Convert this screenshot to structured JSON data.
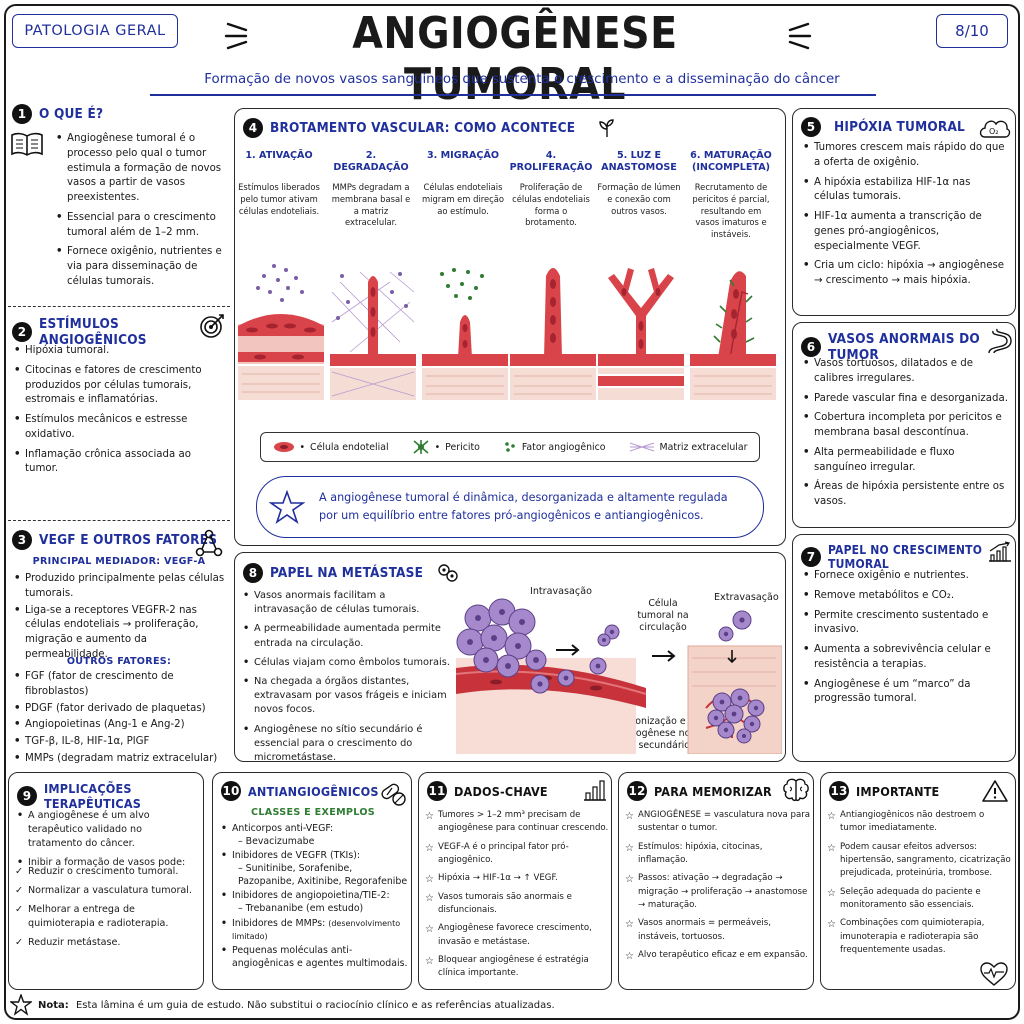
{
  "header": {
    "badge_left": "PATOLOGIA GERAL",
    "title": "ANGIOGÊNESE TUMORAL",
    "page": "8/10",
    "subtitle": "Formação de novos vasos sanguíneos que sustenta o crescimento e a disseminação do câncer"
  },
  "s1": {
    "num": "1",
    "title": "O QUE É?",
    "items": [
      "Angiogênese tumoral é o processo pelo qual o tumor estimula a formação de novos vasos a partir de vasos preexistentes.",
      "Essencial para o crescimento tumoral além de 1–2 mm.",
      "Fornece oxigênio, nutrientes e via para disseminação de células tumorais."
    ]
  },
  "s2": {
    "num": "2",
    "title": "ESTÍMULOS ANGIOGÊNICOS",
    "items": [
      "Hipóxia tumoral.",
      "Citocinas e fatores de crescimento produzidos por células tumorais, estromais e inflamatórias.",
      "Estímulos mecânicos e estresse oxidativo.",
      "Inflamação crônica associada ao tumor."
    ]
  },
  "s3": {
    "num": "3",
    "title": "VEGF E OUTROS FATORES",
    "sub1": "PRINCIPAL MEDIADOR: VEGF-A",
    "items1": [
      "Produzido principalmente pelas células tumorais.",
      "Liga-se a receptores VEGFR-2 nas células endoteliais → proliferação, migração e aumento da permeabilidade."
    ],
    "sub2": "OUTROS FATORES:",
    "items2": [
      "FGF (fator de crescimento de fibroblastos)",
      "PDGF (fator derivado de plaquetas)",
      "Angiopoietinas (Ang-1 e Ang-2)",
      "TGF-β, IL-8, HIF-1α, PlGF",
      "MMPs (degradam matriz extracelular)"
    ]
  },
  "s4": {
    "num": "4",
    "title": "BROTAMENTO VASCULAR: COMO ACONTECE",
    "steps": [
      {
        "h": "1. ATIVAÇÃO",
        "d": "Estímulos liberados pelo tumor ativam células endoteliais."
      },
      {
        "h": "2. DEGRADAÇÃO",
        "d": "MMPs degradam a membrana basal e a matriz extracelular."
      },
      {
        "h": "3. MIGRAÇÃO",
        "d": "Células endoteliais migram em direção ao estímulo."
      },
      {
        "h": "4. PROLIFERAÇÃO",
        "d": "Proliferação de células endoteliais forma o brotamento."
      },
      {
        "h": "5. LUZ E ANASTOMOSE",
        "d": "Formação de lúmen e conexão com outros vasos."
      },
      {
        "h": "6. MATURAÇÃO (INCOMPLETA)",
        "d": "Recrutamento de pericitos é parcial, resultando em vasos imaturos e instáveis."
      }
    ],
    "legend": [
      "Célula endotelial",
      "Pericito",
      "Fator angiogênico",
      "Matriz extracelular"
    ],
    "note": "A angiogênese tumoral é dinâmica, desorganizada e altamente regulada por um equilíbrio entre fatores pró-angiogênicos e antiangiogênicos."
  },
  "s5": {
    "num": "5",
    "title": "HIPÓXIA TUMORAL",
    "items": [
      "Tumores crescem mais rápido do que a oferta de oxigênio.",
      "A hipóxia estabiliza HIF-1α nas células tumorais.",
      "HIF-1α aumenta a transcrição de genes pró-angiogênicos, especialmente VEGF.",
      "Cria um ciclo: hipóxia → angiogênese → crescimento → mais hipóxia."
    ]
  },
  "s6": {
    "num": "6",
    "title": "VASOS ANORMAIS DO TUMOR",
    "items": [
      "Vasos tortuosos, dilatados e de calibres irregulares.",
      "Parede vascular fina e desorganizada.",
      "Cobertura incompleta por pericitos e membrana basal descontínua.",
      "Alta permeabilidade e fluxo sanguíneo irregular.",
      "Áreas de hipóxia persistente entre os vasos."
    ]
  },
  "s7": {
    "num": "7",
    "title": "PAPEL NO CRESCIMENTO TUMORAL",
    "items": [
      "Fornece oxigênio e nutrientes.",
      "Remove metabólitos e CO₂.",
      "Permite crescimento sustentado e invasivo.",
      "Aumenta a sobrevivência celular e resistência a terapias.",
      "Angiogênese é um “marco” da progressão tumoral."
    ]
  },
  "s8": {
    "num": "8",
    "title": "PAPEL NA METÁSTASE",
    "items": [
      "Vasos anormais facilitam a intravasação de células tumorais.",
      "A permeabilidade aumentada permite entrada na circulação.",
      "Células viajam como êmbolos tumorais.",
      "Na chegada a órgãos distantes, extravasam por vasos frágeis e iniciam novos focos.",
      "Angiogênese no sítio secundário é essencial para o crescimento do micrometástase."
    ],
    "labels": {
      "intra": "Intravasação",
      "circ": "Célula tumoral na circulação",
      "extra": "Extravasação",
      "colon": "Colonização e angiogênese no sítio secundário"
    }
  },
  "s9": {
    "num": "9",
    "title": "IMPLICAÇÕES TERAPÊUTICAS",
    "items": [
      "A angiogênese é um alvo terapêutico validado no tratamento do câncer.",
      "Inibir a formação de vasos pode:"
    ],
    "checks": [
      "Reduzir o crescimento tumoral.",
      "Normalizar a vasculatura tumoral.",
      "Melhorar a entrega de quimioterapia e radioterapia.",
      "Reduzir metástase."
    ]
  },
  "s10": {
    "num": "10",
    "title": "ANTIANGIOGÊNICOS",
    "sub": "CLASSES E EXEMPLOS",
    "items": [
      {
        "main": "Anticorpos anti-VEGF:",
        "ex": "– Bevacizumabe"
      },
      {
        "main": "Inibidores de VEGFR (TKIs):",
        "ex": "– Sunitinibe, Sorafenibe, Pazopanibe, Axitinibe, Regorafenibe"
      },
      {
        "main": "Inibidores de angiopoietina/TIE-2:",
        "ex": "– Trebananibe (em estudo)"
      },
      {
        "main": "Inibidores de MMPs:",
        "ex": "(desenvolvimento limitado)"
      },
      {
        "main": "Pequenas moléculas anti-angiogênicas e agentes multimodais.",
        "ex": ""
      }
    ]
  },
  "s11": {
    "num": "11",
    "title": "DADOS-CHAVE",
    "items": [
      "Tumores > 1–2 mm³ precisam de angiogênese para continuar crescendo.",
      "VEGF-A é o principal fator pró-angiogênico.",
      "Hipóxia → HIF-1α → ↑ VEGF.",
      "Vasos tumorais são anormais e disfuncionais.",
      "Angiogênese favorece crescimento, invasão e metástase.",
      "Bloquear angiogênese é estratégia clínica importante."
    ]
  },
  "s12": {
    "num": "12",
    "title": "PARA MEMORIZAR",
    "items": [
      "ANGIOGÊNESE = vasculatura nova para sustentar o tumor.",
      "Estímulos: hipóxia, citocinas, inflamação.",
      "Passos: ativação → degradação → migração → proliferação → anastomose → maturação.",
      "Vasos anormais = permeáveis, instáveis, tortuosos.",
      "Alvo terapêutico eficaz e em expansão."
    ]
  },
  "s13": {
    "num": "13",
    "title": "IMPORTANTE",
    "items": [
      "Antiangiogênicos não destroem o tumor imediatamente.",
      "Podem causar efeitos adversos: hipertensão, sangramento, cicatrização prejudicada, proteinúria, trombose.",
      "Seleção adequada do paciente e monitoramento são essenciais.",
      "Combinações com quimioterapia, imunoterapia e radioterapia são frequentemente usadas."
    ]
  },
  "footer": {
    "label": "Nota:",
    "text": "Esta lâmina é um guia de estudo. Não substitui o raciocínio clínico e as referências atualizadas."
  },
  "colors": {
    "accent_blue": "#1f2f9c",
    "vessel_red": "#c8323a",
    "tumor_purple": "#8e6bb8",
    "pericyte_green": "#2e7d32"
  }
}
